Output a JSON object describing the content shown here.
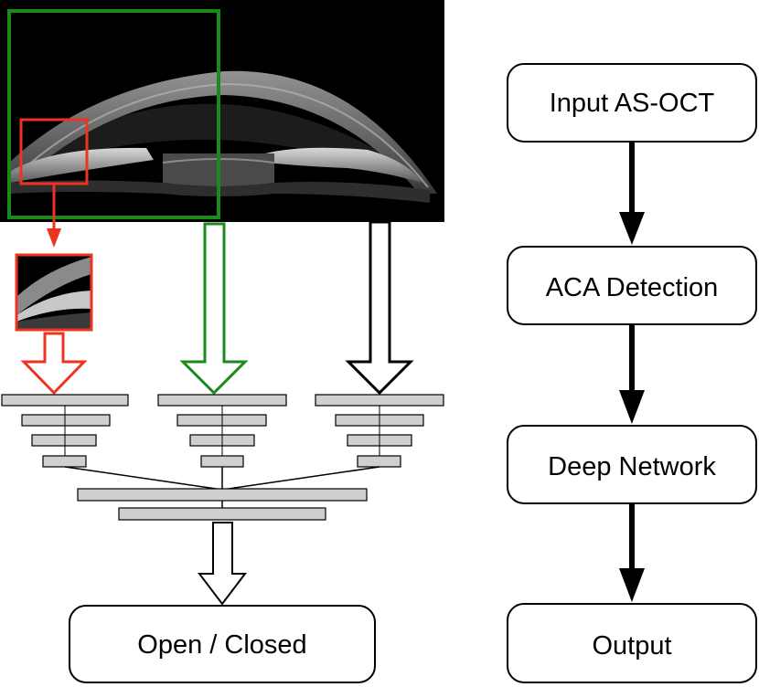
{
  "flowchart": {
    "steps": [
      {
        "label": "Input AS-OCT"
      },
      {
        "label": "ACA Detection"
      },
      {
        "label": "Deep Network"
      },
      {
        "label": "Output"
      }
    ]
  },
  "network": {
    "output_label": "Open / Closed",
    "branches": [
      {
        "input": "angle crop",
        "color": "#ee3322"
      },
      {
        "input": "half image",
        "color": "#1a8a1a"
      },
      {
        "input": "full image",
        "color": "#000000"
      }
    ]
  },
  "image": {
    "type": "anterior segment OCT scan",
    "colors": {
      "angle_box": "#ee3322",
      "half_box": "#1a8a1a",
      "background": "#000000"
    }
  }
}
